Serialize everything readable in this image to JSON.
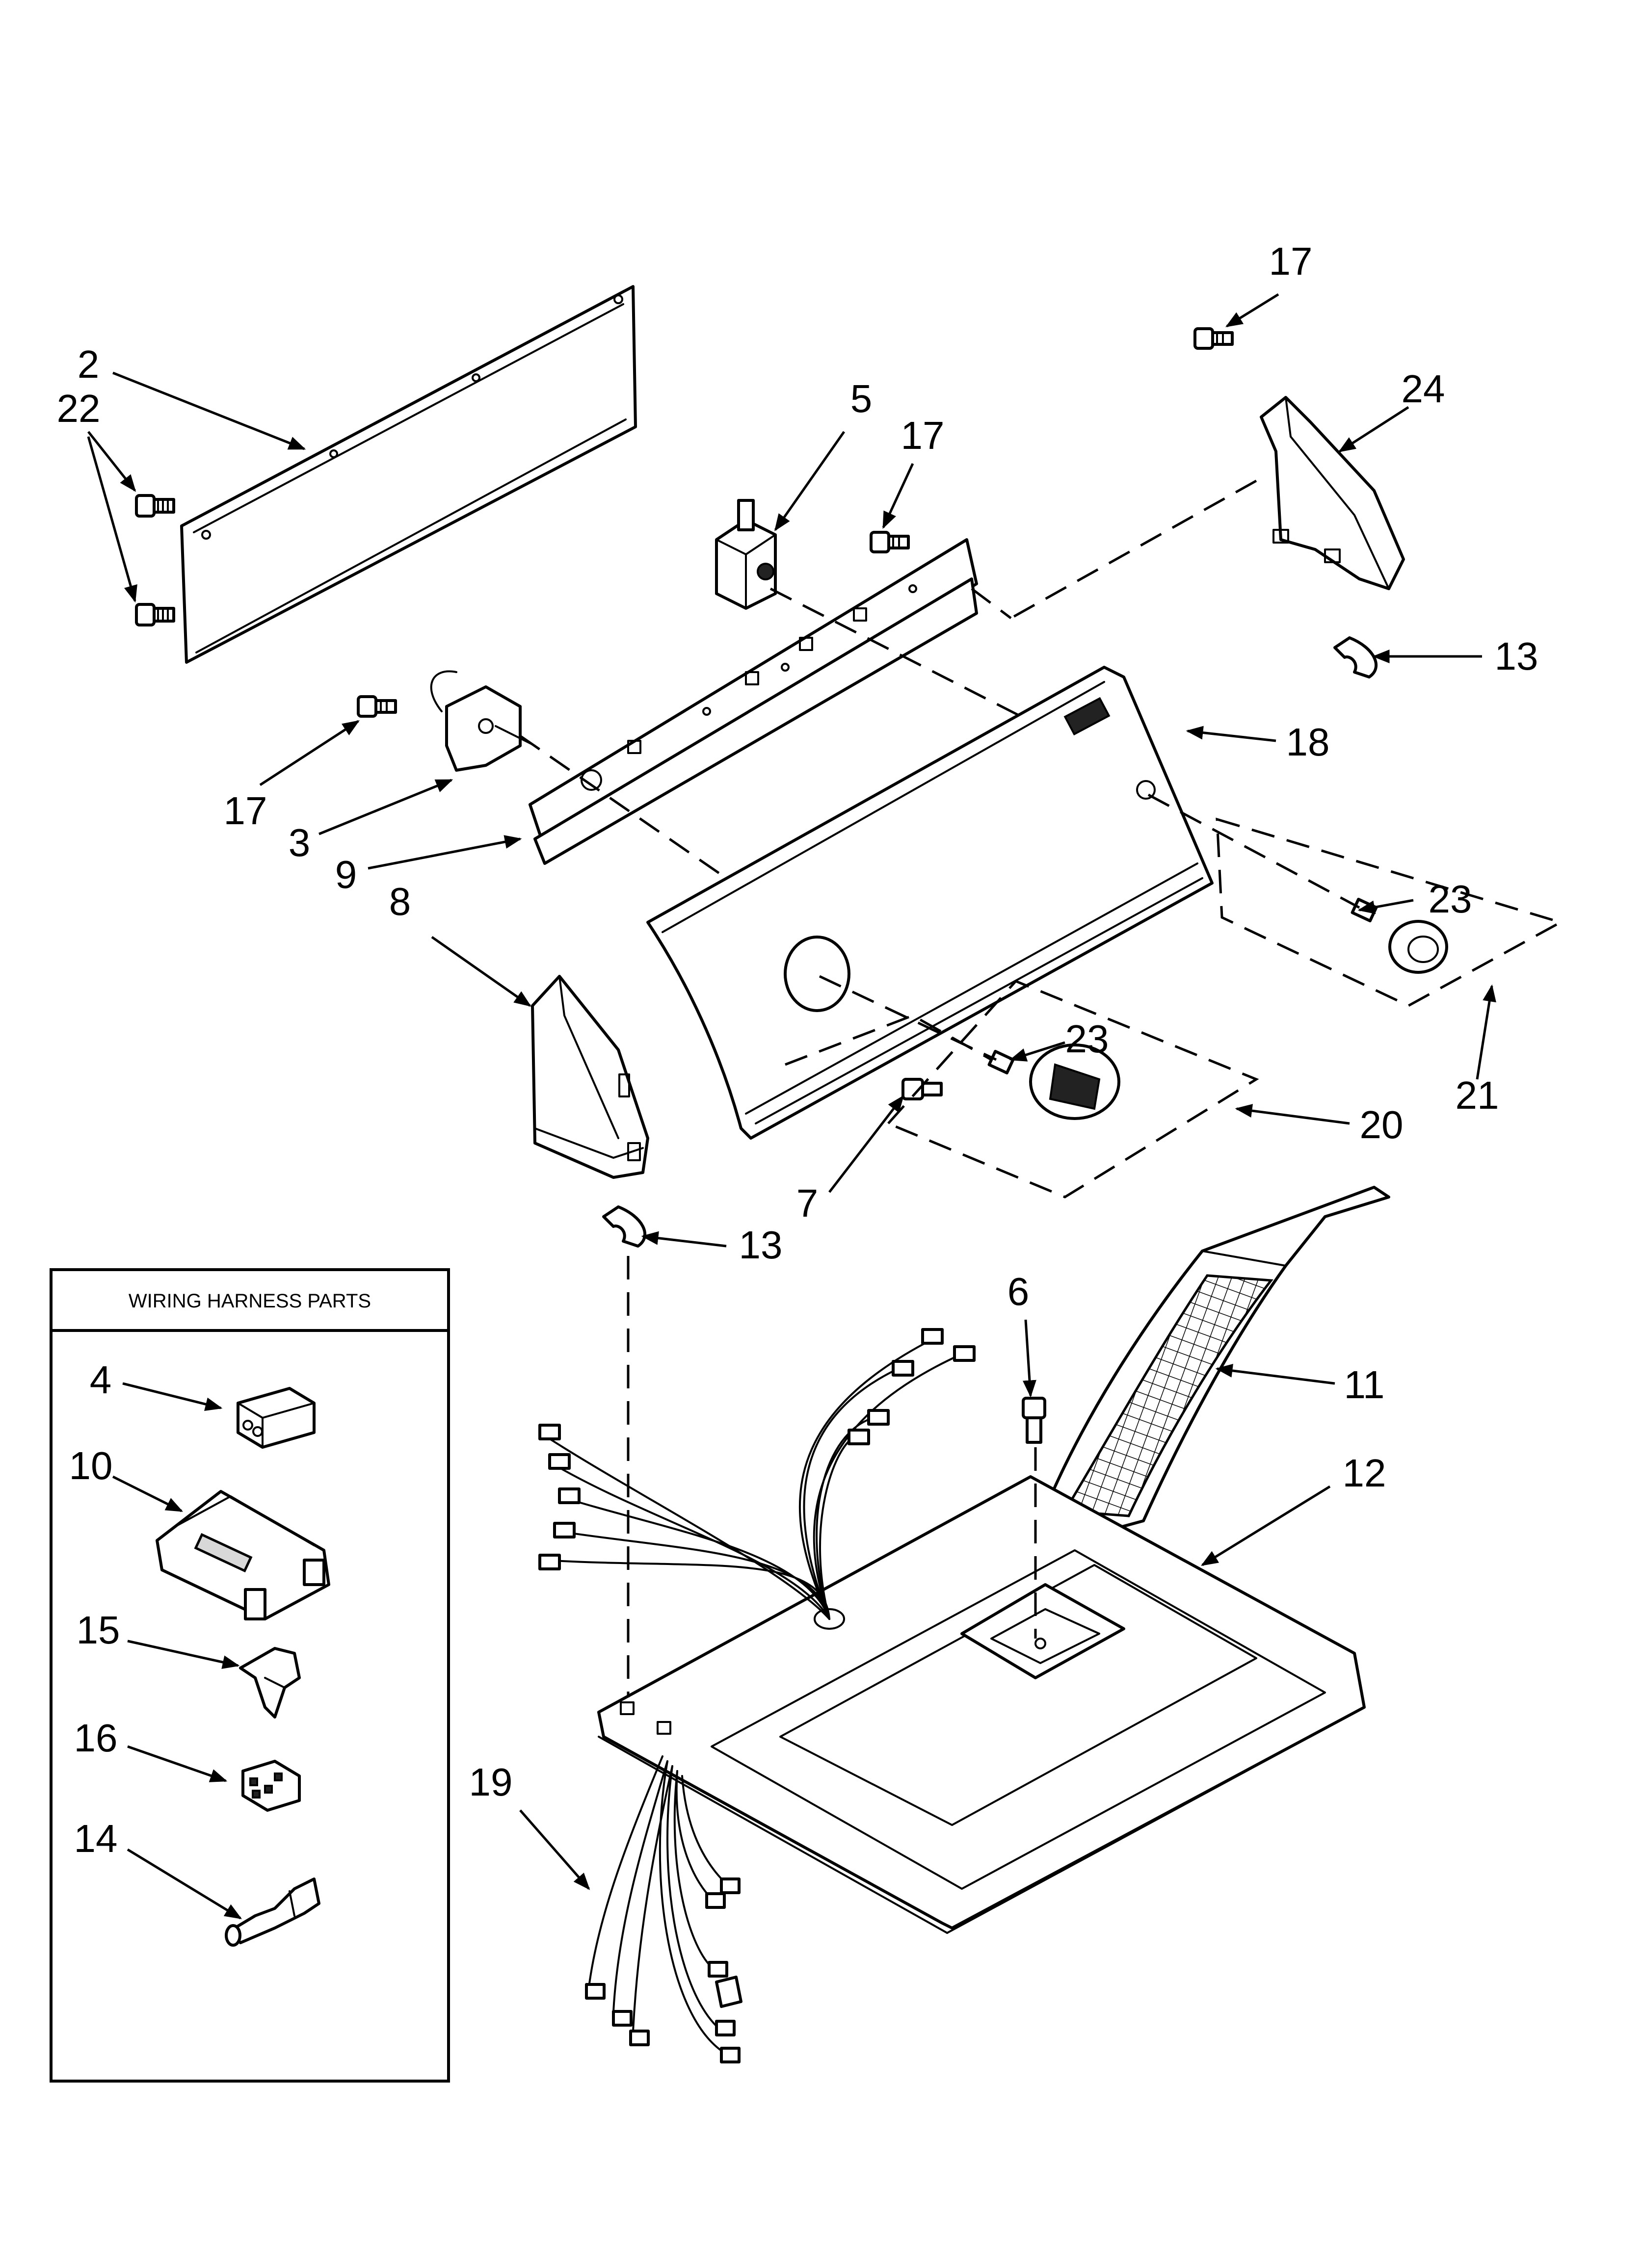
{
  "wiring_box": {
    "title": "WIRING HARNESS PARTS"
  },
  "callouts": {
    "c2": "2",
    "c22": "22",
    "c5": "5",
    "c17a": "17",
    "c17b": "17",
    "c17c": "17",
    "c24": "24",
    "c13a": "13",
    "c13b": "13",
    "c18": "18",
    "c3": "3",
    "c9": "9",
    "c8": "8",
    "c23a": "23",
    "c23b": "23",
    "c21": "21",
    "c20": "20",
    "c7": "7",
    "c6": "6",
    "c11": "11",
    "c12": "12",
    "c19": "19",
    "c4": "4",
    "c10": "10",
    "c15": "15",
    "c16": "16",
    "c14": "14"
  }
}
